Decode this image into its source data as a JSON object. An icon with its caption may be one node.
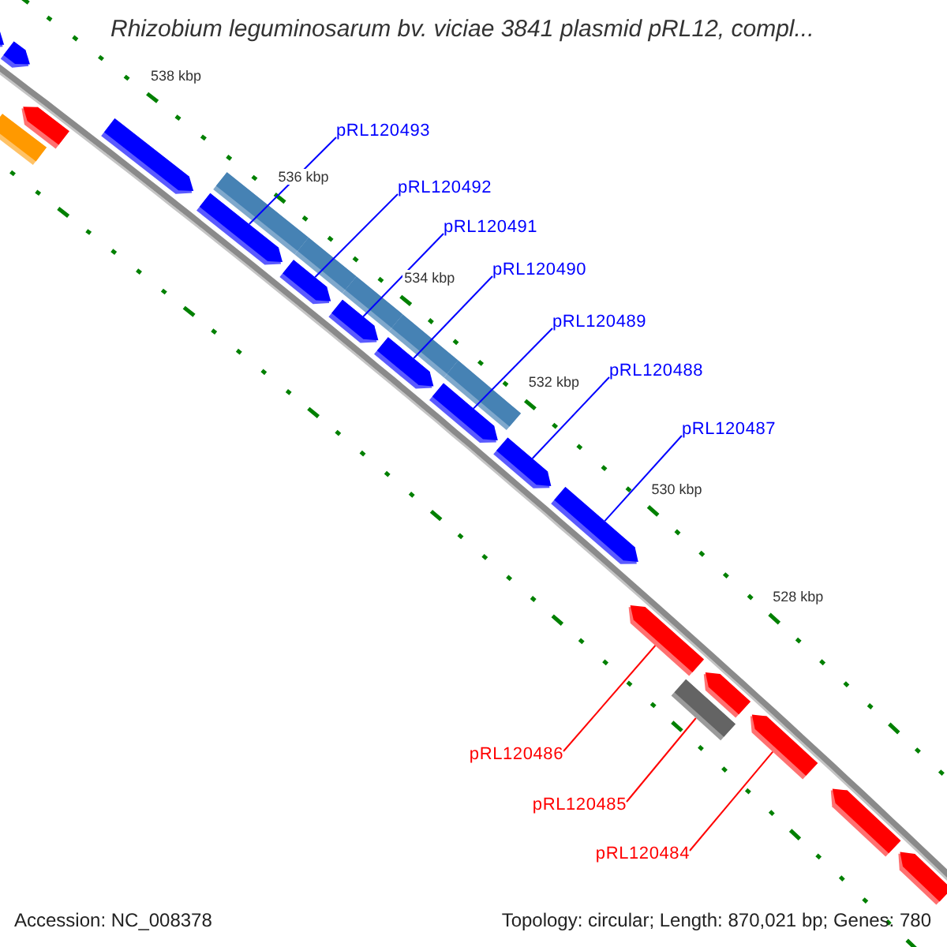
{
  "diagram": {
    "title": "Rhizobium leguminosarum bv. viciae 3841 plasmid pRL12, compl...",
    "nodes": [
      {
        "text": [
          "pRL120493"
        ]
      },
      {
        "text": [
          "pRL120492"
        ]
      },
      {
        "text": [
          "pRL120491"
        ]
      },
      {
        "text": [
          "pRL120490"
        ]
      },
      {
        "text": [
          "pRL120489"
        ]
      },
      {
        "text": [
          "pRL120488"
        ]
      },
      {
        "text": [
          "pRL120487"
        ]
      },
      {
        "text": [
          "pRL120486"
        ]
      },
      {
        "text": [
          "pRL120485"
        ]
      },
      {
        "text": [
          "pRL120484"
        ]
      },
      {
        "text": [],
        "shape": "arrow"
      },
      {
        "text": [],
        "shape": "arrow"
      },
      {
        "text": [],
        "shape": "arrow"
      },
      {
        "text": [],
        "shape": "arrow"
      },
      {
        "text": [],
        "shape": "arrow"
      },
      {
        "text": [],
        "shape": "arrow"
      },
      {
        "text": [],
        "shape": "arrow"
      },
      {
        "text": [],
        "shape": "arrow"
      },
      {
        "text": [],
        "shape": "bar"
      },
      {
        "text": [],
        "shape": "arrow"
      },
      {
        "text": [],
        "shape": "arrow"
      },
      {
        "text": [],
        "shape": "arrow"
      },
      {
        "text": [],
        "shape": "bar"
      },
      {
        "text": [],
        "shape": "arrow"
      },
      {
        "text": [],
        "shape": "arrow"
      },
      {
        "text": [],
        "shape": "bar"
      },
      {
        "text": [],
        "shape": "bar"
      },
      {
        "text": [],
        "shape": "bar"
      },
      {
        "text": [],
        "shape": "bar"
      },
      {
        "text": [],
        "shape": "bar"
      },
      {
        "text": [],
        "shape": "arrow"
      },
      {
        "text": [],
        "shape": "arrow"
      },
      {
        "text": [],
        "shape": "arrow"
      }
    ],
    "edges": [
      {
        "from": 0,
        "to": 10,
        "arrow": "none"
      },
      {
        "from": 1,
        "to": 11,
        "arrow": "none"
      },
      {
        "from": 2,
        "to": 12,
        "arrow": "none"
      },
      {
        "from": 3,
        "to": 13,
        "arrow": "none"
      },
      {
        "from": 4,
        "to": 14,
        "arrow": "none"
      },
      {
        "from": 5,
        "to": 15,
        "arrow": "none"
      },
      {
        "from": 6,
        "to": 16,
        "arrow": "none"
      },
      {
        "from": 7,
        "to": 17,
        "arrow": "none",
        "color": "#ff0000"
      },
      {
        "from": 8,
        "to": 18,
        "arrow": "none",
        "color": "#ff0000"
      },
      {
        "from": 9,
        "to": 19,
        "arrow": "none",
        "color": "#ff0000"
      }
    ],
    "labels": [
      "538 kbp",
      "536 kbp",
      "534 kbp",
      "532 kbp",
      "530 kbp",
      "528 kbp",
      "Accession: NC_008378",
      "Topology: circular; Length: 870,021 bp; Genes: 780"
    ]
  }
}
